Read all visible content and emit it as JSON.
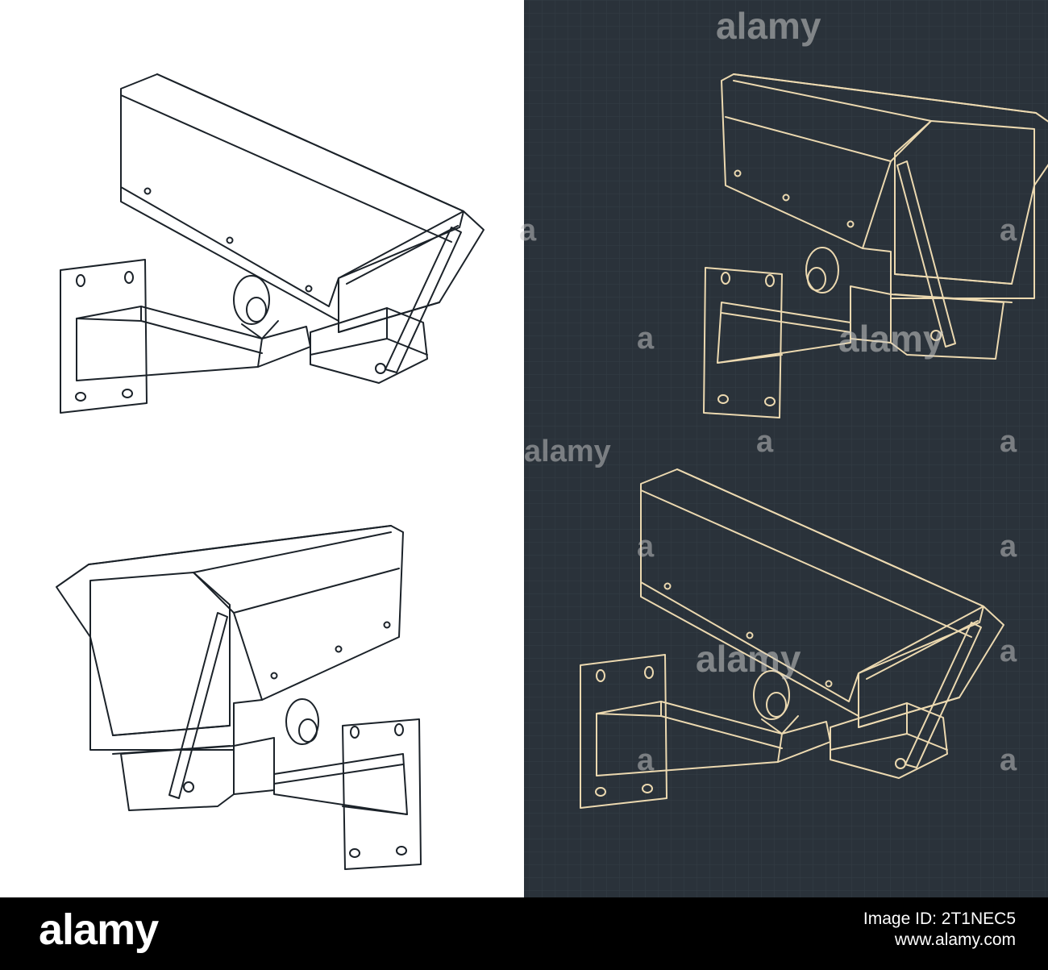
{
  "colors": {
    "left_background": "#ffffff",
    "right_background": "#2a323a",
    "right_grid": "#343d45",
    "line_dark": "#1b2229",
    "line_light": "#ecd9b0",
    "footer_background": "#000000",
    "footer_text": "#ffffff"
  },
  "watermark": {
    "text": "alamy",
    "fragment": "a"
  },
  "footer": {
    "logo": "alamy",
    "image_id": "Image ID: 2T1NEC5",
    "site": "www.alamy.com"
  }
}
